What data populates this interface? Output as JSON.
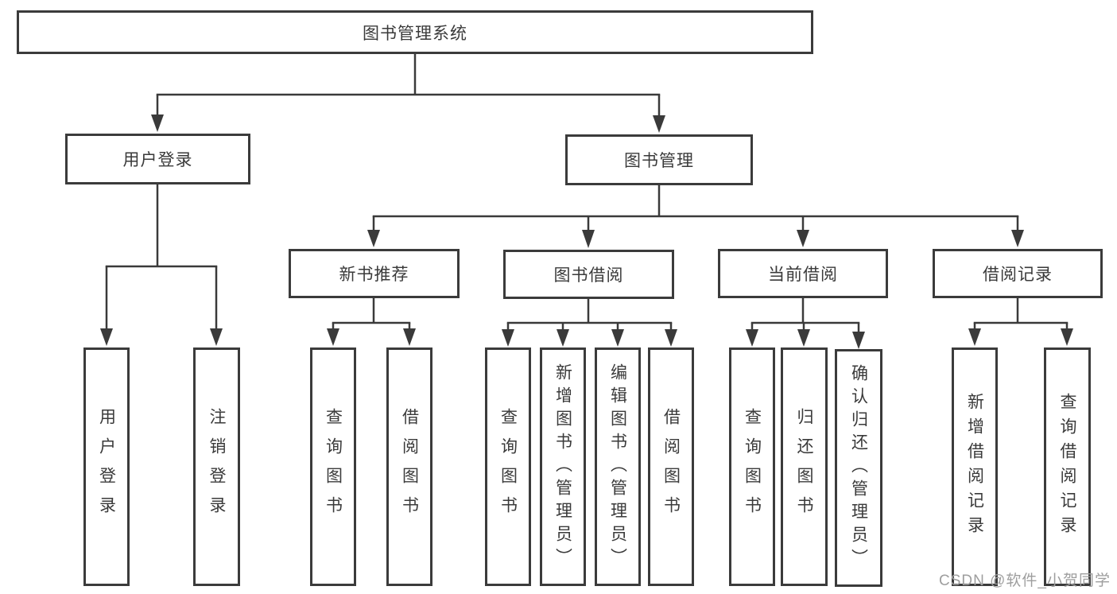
{
  "nodes": {
    "root": "图书管理系统",
    "l2_user_login": "用户登录",
    "l2_book_mgmt": "图书管理",
    "l3_new_books": "新书推荐",
    "l3_book_borrow": "图书借阅",
    "l3_current_borrow": "当前借阅",
    "l3_borrow_records": "借阅记录",
    "leaf_user_login": "用户登录",
    "leaf_logout": "注销登录",
    "leaf_nb_query_books": "查询图书",
    "leaf_nb_borrow_books": "借阅图书",
    "leaf_bb_query_books": "查询图书",
    "leaf_bb_add_books": "新增图书（管理员）",
    "leaf_bb_edit_books": "编辑图书（管理员）",
    "leaf_bb_borrow_books": "借阅图书",
    "leaf_cb_query_books": "查询图书",
    "leaf_cb_return_books": "归还图书",
    "leaf_cb_confirm_return": "确认归还（管理员）",
    "leaf_br_add_record": "新增借阅记录",
    "leaf_br_query_record": "查询借阅记录"
  },
  "watermark": "CSDN @软件_小贺同学",
  "colors": {
    "line": "#3a3a3a",
    "border": "#3b3b3b",
    "text": "#3a3a3a",
    "watermark": "#9e9e9e",
    "background": "#ffffff"
  }
}
